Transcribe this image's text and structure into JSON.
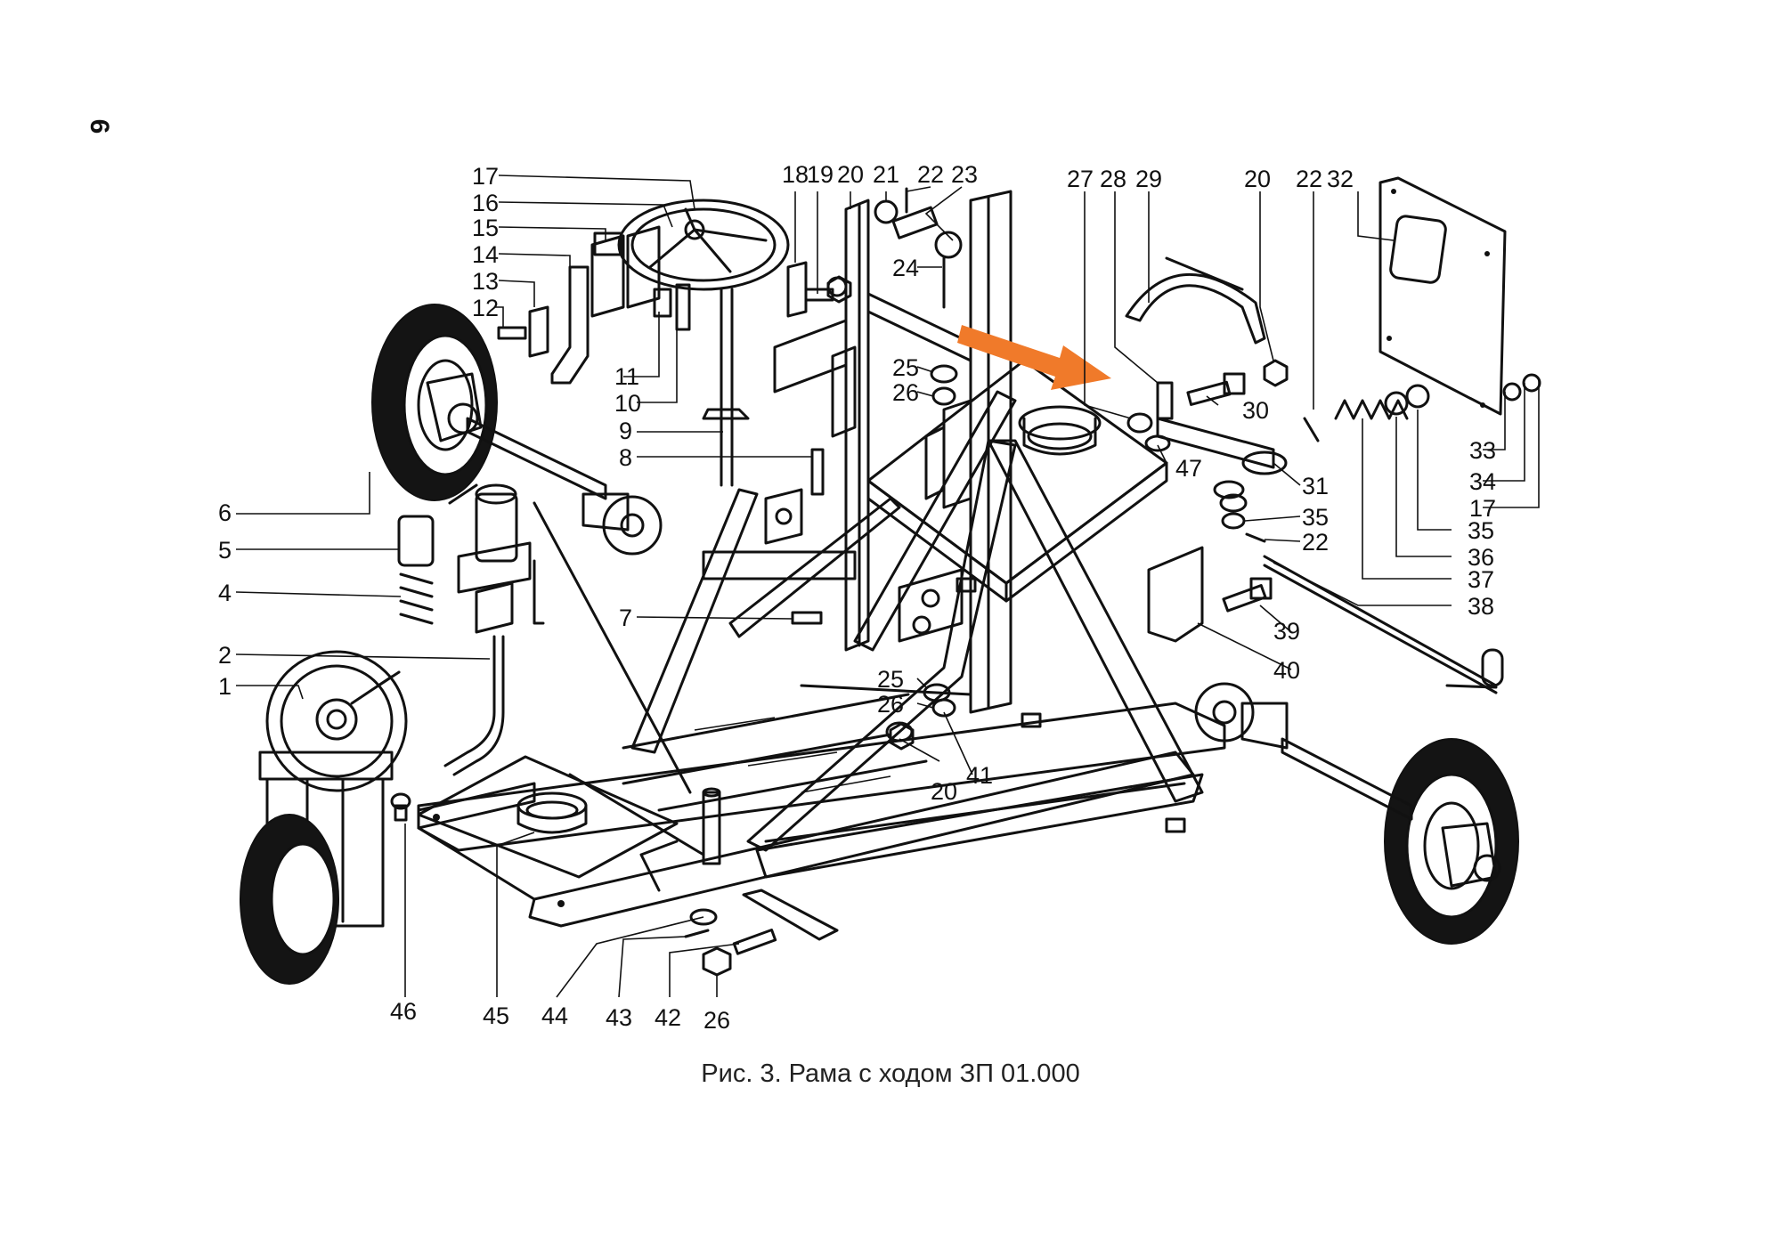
{
  "page": {
    "page_number": "6",
    "caption": "Рис. 3. Рама с ходом ЗП 01.000"
  },
  "colors": {
    "ink": "#111111",
    "arrow": "#f07a2a"
  },
  "callouts": [
    {
      "id": "c17a",
      "label": "17"
    },
    {
      "id": "c16",
      "label": "16"
    },
    {
      "id": "c15",
      "label": "15"
    },
    {
      "id": "c14",
      "label": "14"
    },
    {
      "id": "c13",
      "label": "13"
    },
    {
      "id": "c12",
      "label": "12"
    },
    {
      "id": "c11",
      "label": "11"
    },
    {
      "id": "c10",
      "label": "10"
    },
    {
      "id": "c9",
      "label": "9"
    },
    {
      "id": "c8",
      "label": "8"
    },
    {
      "id": "c6",
      "label": "6"
    },
    {
      "id": "c5",
      "label": "5"
    },
    {
      "id": "c4",
      "label": "4"
    },
    {
      "id": "c2",
      "label": "2"
    },
    {
      "id": "c1",
      "label": "1"
    },
    {
      "id": "c7",
      "label": "7"
    },
    {
      "id": "c18",
      "label": "18"
    },
    {
      "id": "c19",
      "label": "19"
    },
    {
      "id": "c20a",
      "label": "20"
    },
    {
      "id": "c21",
      "label": "21"
    },
    {
      "id": "c22a",
      "label": "22"
    },
    {
      "id": "c23",
      "label": "23"
    },
    {
      "id": "c24",
      "label": "24"
    },
    {
      "id": "c25a",
      "label": "25"
    },
    {
      "id": "c26a",
      "label": "26"
    },
    {
      "id": "c27",
      "label": "27"
    },
    {
      "id": "c28",
      "label": "28"
    },
    {
      "id": "c29",
      "label": "29"
    },
    {
      "id": "c20b",
      "label": "20"
    },
    {
      "id": "c22b",
      "label": "22"
    },
    {
      "id": "c32",
      "label": "32"
    },
    {
      "id": "c30",
      "label": "30"
    },
    {
      "id": "c47",
      "label": "47"
    },
    {
      "id": "c31",
      "label": "31"
    },
    {
      "id": "c35a",
      "label": "35"
    },
    {
      "id": "c22c",
      "label": "22"
    },
    {
      "id": "c33",
      "label": "33"
    },
    {
      "id": "c34",
      "label": "34"
    },
    {
      "id": "c17b",
      "label": "17"
    },
    {
      "id": "c35b",
      "label": "35"
    },
    {
      "id": "c36",
      "label": "36"
    },
    {
      "id": "c37",
      "label": "37"
    },
    {
      "id": "c38",
      "label": "38"
    },
    {
      "id": "c39",
      "label": "39"
    },
    {
      "id": "c40",
      "label": "40"
    },
    {
      "id": "c25b",
      "label": "25"
    },
    {
      "id": "c26b",
      "label": "26"
    },
    {
      "id": "c41",
      "label": "41"
    },
    {
      "id": "c20c",
      "label": "20"
    },
    {
      "id": "c46",
      "label": "46"
    },
    {
      "id": "c45",
      "label": "45"
    },
    {
      "id": "c44",
      "label": "44"
    },
    {
      "id": "c43",
      "label": "43"
    },
    {
      "id": "c42",
      "label": "42"
    },
    {
      "id": "c26c",
      "label": "26"
    }
  ]
}
